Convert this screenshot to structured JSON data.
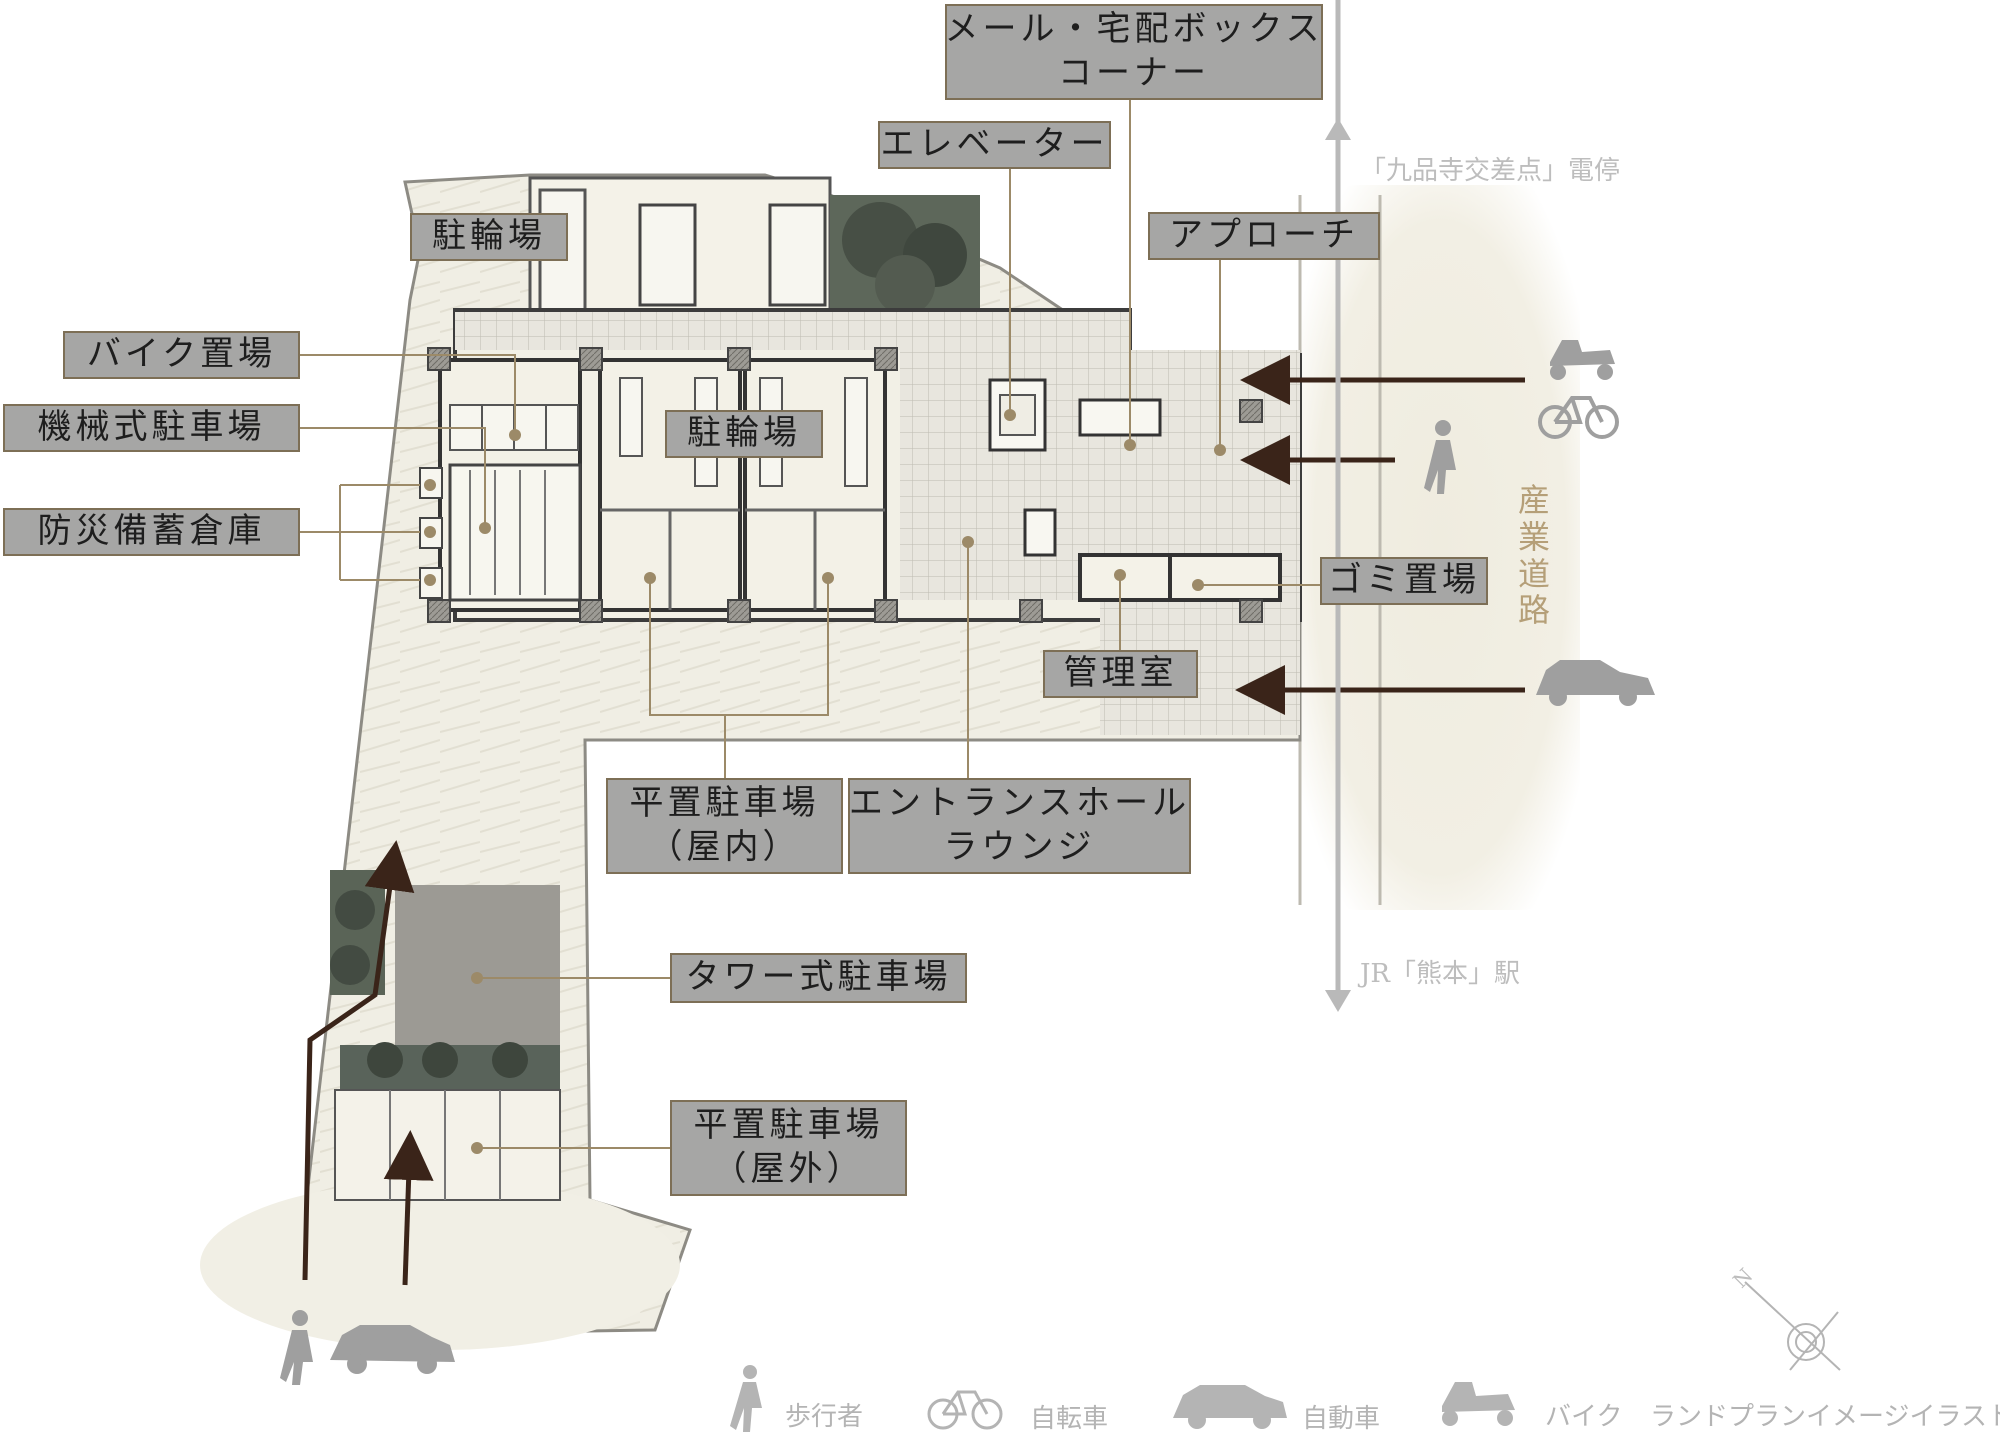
{
  "labels": {
    "mail_box": [
      "メール・宅配ボックス",
      "コーナー"
    ],
    "elevator": "エレベーター",
    "bicycle_parking_top": "駐輪場",
    "approach": "アプローチ",
    "bike_parking": "バイク置場",
    "mechanical_parking": "機械式駐車場",
    "bicycle_parking_center": "駐輪場",
    "disaster_storage": "防災備蓄倉庫",
    "garbage": "ゴミ置場",
    "management_office": "管理室",
    "flat_parking_indoor": [
      "平置駐車場",
      "（屋内）"
    ],
    "entrance_hall": [
      "エントランスホール",
      "ラウンジ"
    ],
    "tower_parking": "タワー式駐車場",
    "flat_parking_outdoor": [
      "平置駐車場",
      "（屋外）"
    ]
  },
  "directions": {
    "north_tram": "「九品寺交差点」電停",
    "south_station": "JR「熊本」駅"
  },
  "road_name": [
    "産",
    "業",
    "道",
    "路"
  ],
  "compass": {
    "letter": "N"
  },
  "legend": {
    "pedestrian": "歩行者",
    "bicycle": "自転車",
    "car": "自動車",
    "motorbike": "バイク"
  },
  "caption": "ランドプランイメージイラスト",
  "colors": {
    "label_fill": "#a6a6a5",
    "label_border": "#7d6f56",
    "leader_line": "#9c8a68",
    "arrow": "#3a2419",
    "ground": "#f3f0e2",
    "icon_gray": "#9f9f9f",
    "faint_text": "#bdbdbd",
    "road_label": "#b59f78"
  }
}
